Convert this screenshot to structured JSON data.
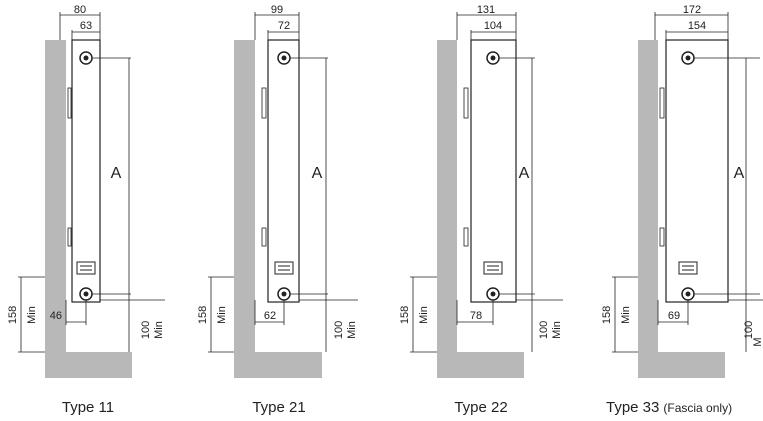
{
  "colors": {
    "wall": "#b8b8b8",
    "line": "#222222",
    "background": "#ffffff"
  },
  "diagrams": [
    {
      "caption": "Type 11",
      "note": "",
      "outer_width": "80",
      "inner_width": "63",
      "height_label": "A",
      "floor_label": "158",
      "floor_min": "Min",
      "wall_offset": "46",
      "pipe_label": "100",
      "pipe_min": "Min"
    },
    {
      "caption": "Type 21",
      "note": "",
      "outer_width": "99",
      "inner_width": "72",
      "height_label": "A",
      "floor_label": "158",
      "floor_min": "Min",
      "wall_offset": "62",
      "pipe_label": "100",
      "pipe_min": "Min"
    },
    {
      "caption": "Type 22",
      "note": "",
      "outer_width": "131",
      "inner_width": "104",
      "height_label": "A",
      "floor_label": "158",
      "floor_min": "Min",
      "wall_offset": "78",
      "pipe_label": "100",
      "pipe_min": "Min"
    },
    {
      "caption": "Type 33",
      "note": "(Fascia only)",
      "outer_width": "172",
      "inner_width": "154",
      "height_label": "A",
      "floor_label": "158",
      "floor_min": "Min",
      "wall_offset": "69",
      "pipe_label": "100",
      "pipe_min": "M"
    }
  ]
}
